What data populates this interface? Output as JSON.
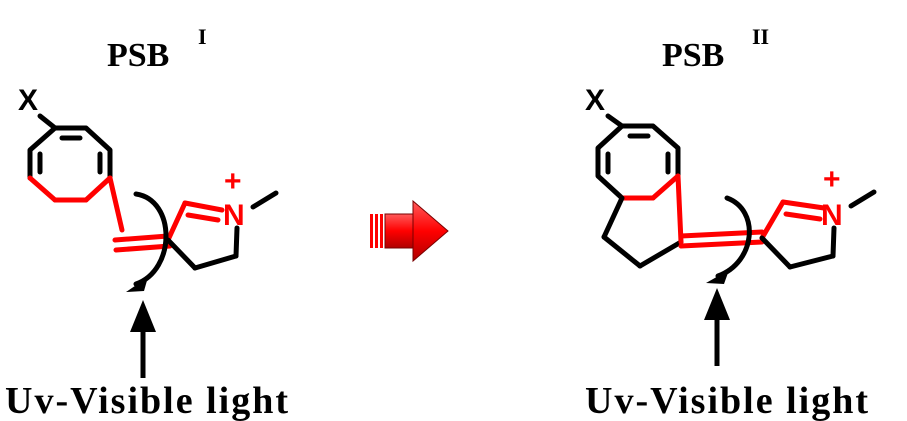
{
  "left": {
    "title": "PSB",
    "superscript": "I",
    "substituent": "X",
    "nitrogen": "N",
    "charge": "+",
    "caption": "Uv-Visible light"
  },
  "right": {
    "title": "PSB",
    "superscript": "II",
    "substituent": "X",
    "nitrogen": "N",
    "charge": "+",
    "caption": "Uv-Visible light"
  },
  "colors": {
    "conjugated_bonds": "#ff0000",
    "skeleton": "#000000",
    "transform_arrow": "#ff0000"
  }
}
